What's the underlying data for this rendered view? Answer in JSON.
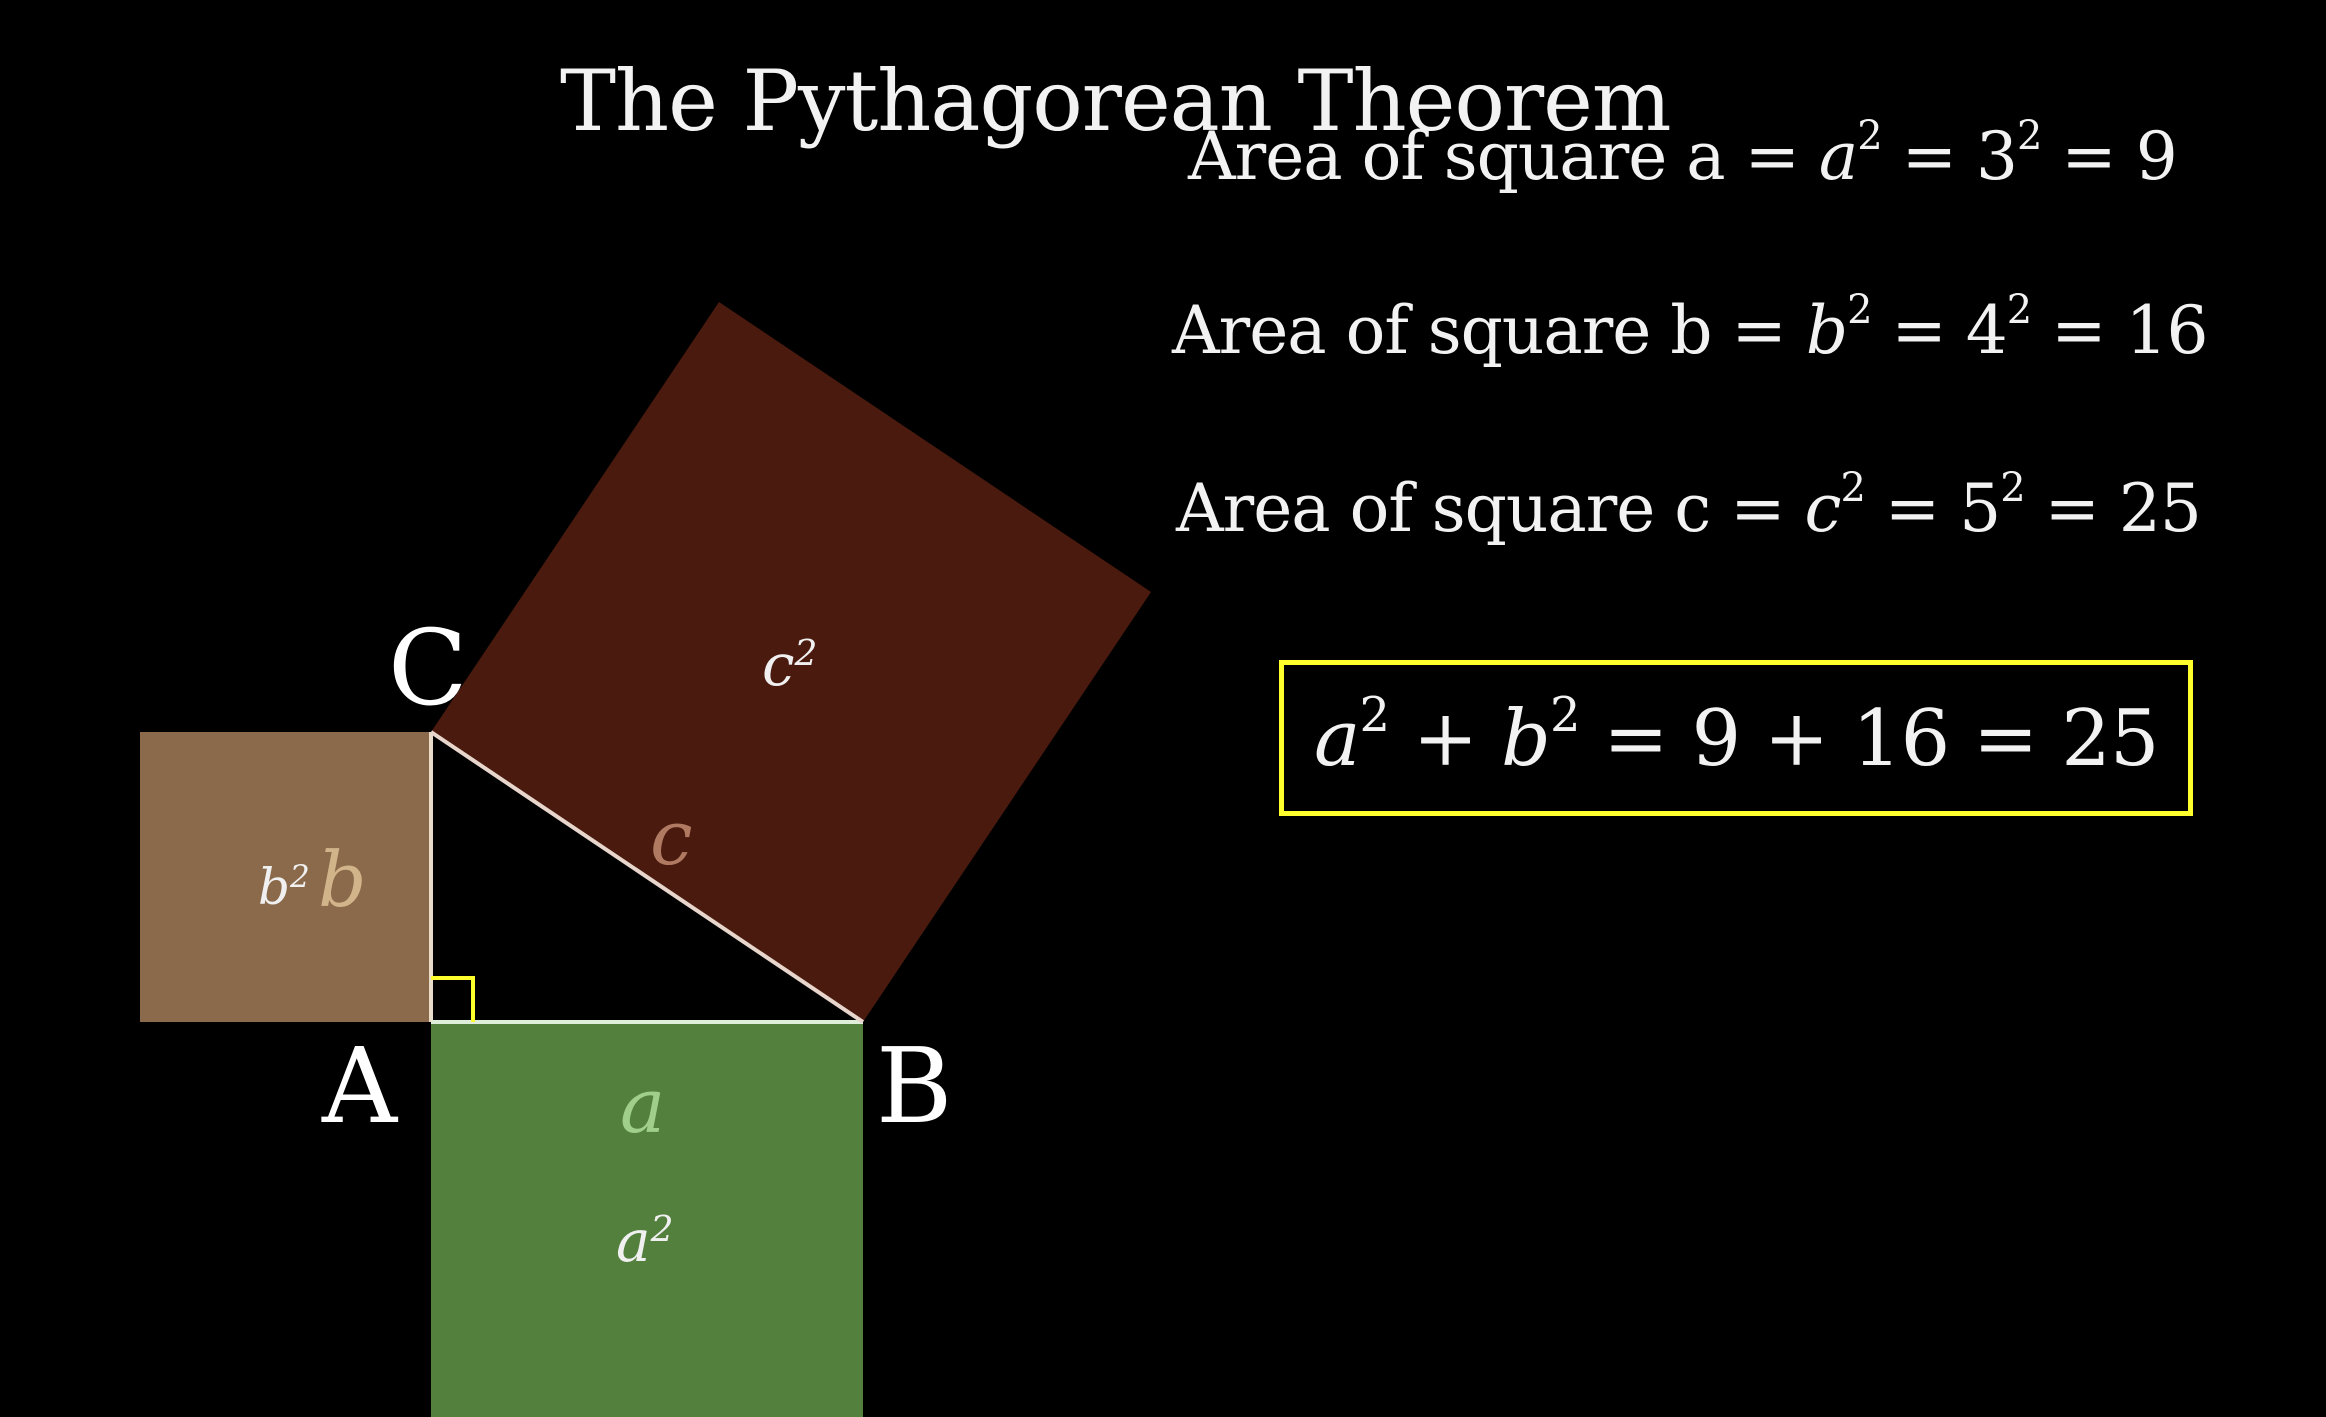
{
  "title": "The Pythagorean Theorem",
  "colors": {
    "background": "#000000",
    "square_a": "#54803e",
    "square_b": "#8a6a4a",
    "square_c": "#4a1a0e",
    "highlight_box": "#ffff2e",
    "right_angle_marker": "#ffff2e",
    "text": "#f2f2f2"
  },
  "vertices": {
    "a": "A",
    "b": "B",
    "c": "C"
  },
  "squares": {
    "a": {
      "var": "a",
      "exp": "2"
    },
    "b": {
      "var": "b",
      "exp": "2"
    },
    "c": {
      "var": "c",
      "exp": "2"
    }
  },
  "sides": {
    "a": "a",
    "b": "b",
    "c": "c"
  },
  "equations": {
    "a": {
      "prefix": "Area of square a = ",
      "var": "a",
      "exp": "2",
      "mid": " = 3",
      "mid_exp": "2",
      "result": " = 9"
    },
    "b": {
      "prefix": "Area of square b = ",
      "var": "b",
      "exp": "2",
      "mid": " = 4",
      "mid_exp": "2",
      "result": " = 16"
    },
    "c": {
      "prefix": "Area of square c = ",
      "var": "c",
      "exp": "2",
      "mid": " = 5",
      "mid_exp": "2",
      "result": " = 25"
    }
  },
  "summary": {
    "var_a": "a",
    "exp_a": "2",
    "plus": " + ",
    "var_b": "b",
    "exp_b": "2",
    "result": " = 9 + 16 = 25"
  }
}
